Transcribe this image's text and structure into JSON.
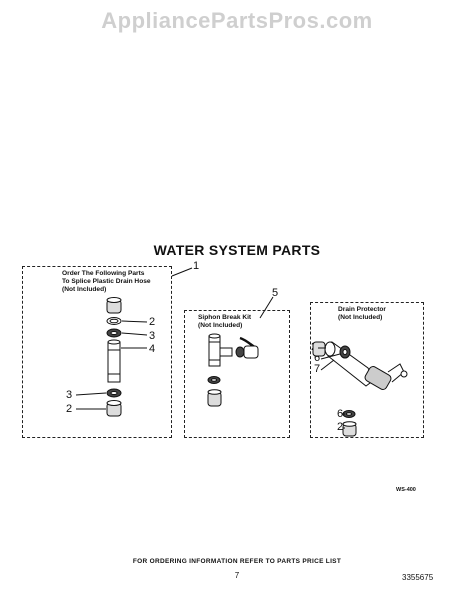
{
  "watermark": "AppliancePartsPros.com",
  "title": "WATER SYSTEM PARTS",
  "box_left": {
    "label_line1": "Order The Following Parts",
    "label_line2": "To Splice Plastic Drain Hose",
    "label_line3": "(Not Included)",
    "callouts": [
      "1",
      "2",
      "3",
      "4",
      "3",
      "2"
    ]
  },
  "box_mid": {
    "label_line1": "Siphon Break Kit",
    "label_line2": "(Not Included)",
    "callout": "5"
  },
  "box_right": {
    "label_line1": "Drain Protector",
    "label_line2": "(Not Included)",
    "callouts": [
      "2",
      "6",
      "7",
      "6",
      "2"
    ]
  },
  "diagram_code": "WS-400",
  "footer": "FOR ORDERING INFORMATION REFER TO PARTS PRICE LIST",
  "page_number": "7",
  "document_number": "3355675"
}
